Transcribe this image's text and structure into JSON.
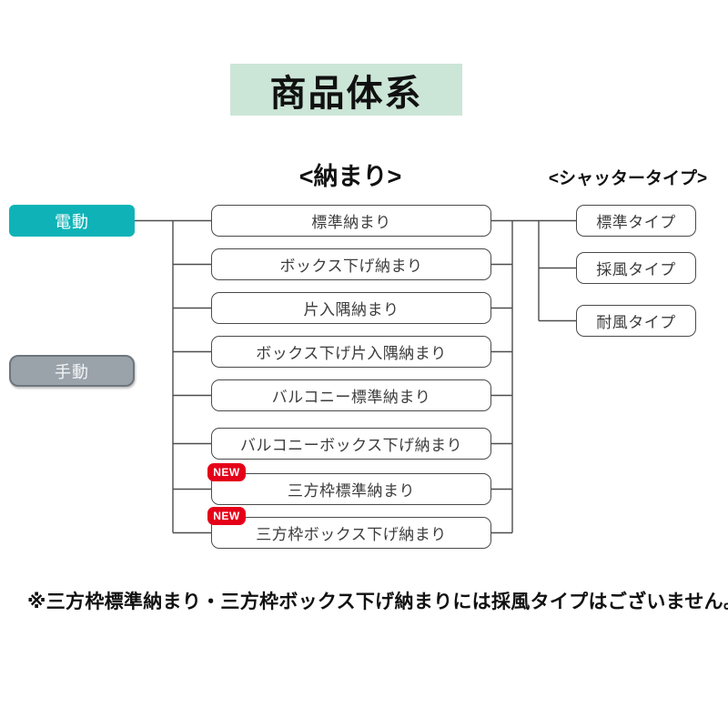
{
  "title": "商品体系",
  "colors": {
    "banner_bg": "#cbe5d7",
    "electric": "#0fb3b7",
    "manual": "#9aa2aa",
    "badge": "#e50019",
    "line": "#4d4d4d"
  },
  "column_headers": {
    "nakamari": "<納まり>",
    "shutter_type": "<シャッタータイプ>"
  },
  "drive_modes": [
    {
      "label": "電動"
    },
    {
      "label": "手動"
    }
  ],
  "nakamari": {
    "items": [
      {
        "label": "標準納まり"
      },
      {
        "label": "ボックス下げ納まり"
      },
      {
        "label": "片入隅納まり"
      },
      {
        "label": "ボックス下げ片入隅納まり"
      },
      {
        "label": "バルコニー標準納まり"
      },
      {
        "label": "バルコニーボックス下げ納まり"
      },
      {
        "label": "三方枠標準納まり",
        "badge": "NEW"
      },
      {
        "label": "三方枠ボックス下げ納まり",
        "badge": "NEW"
      }
    ]
  },
  "shutter_types": {
    "items": [
      {
        "label": "標準タイプ"
      },
      {
        "label": "採風タイプ"
      },
      {
        "label": "耐風タイプ"
      }
    ]
  },
  "footnote": "※三方枠標準納まり・三方枠ボックス下げ納まりには採風タイプはございません。"
}
